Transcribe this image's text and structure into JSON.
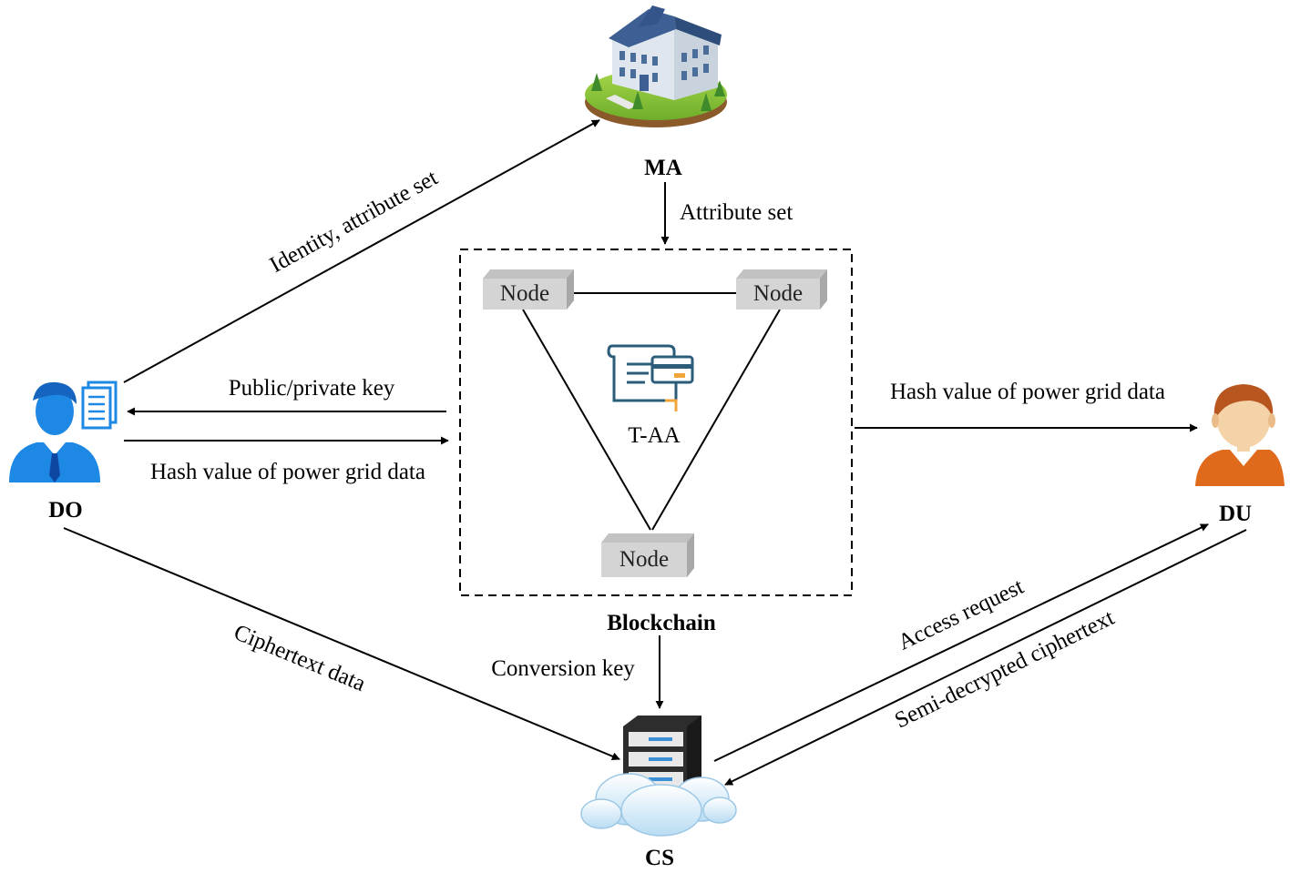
{
  "entities": {
    "ma": "MA",
    "do": "DO",
    "du": "DU",
    "cs": "CS",
    "blockchain": "Blockchain",
    "taa": "T-AA"
  },
  "nodes": [
    "Node",
    "Node",
    "Node"
  ],
  "edges": {
    "identity_attribute_set": "Identity, attribute set",
    "attribute_set": "Attribute set",
    "public_private_key": "Public/private key",
    "hash_value_do": "Hash value of power grid data",
    "hash_value_du": "Hash value of power grid data",
    "ciphertext_data": "Ciphertext data",
    "conversion_key": "Conversion key",
    "access_request": "Access request",
    "semi_decrypted": "Semi-decrypted ciphertext"
  },
  "colors": {
    "do_icon": "#1e88e5",
    "du_skin": "#f5d3a8",
    "du_hair": "#b7571f",
    "du_shirt": "#e06a1c",
    "node_fill": "#d4d4d4",
    "contract_icon": "#2b5c7a",
    "contract_accent": "#f0a43a"
  }
}
